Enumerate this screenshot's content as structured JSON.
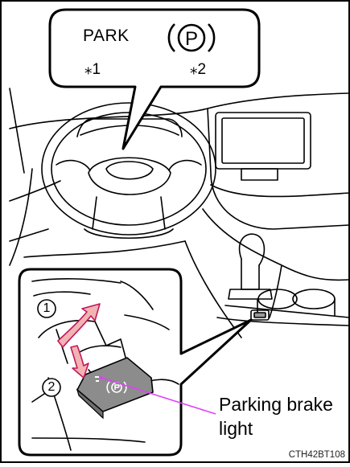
{
  "labels": {
    "park": "PARK",
    "note_1": "⁎1",
    "note_2": "⁎2",
    "step_1": "1",
    "step_2": "2",
    "callout": "Parking brake light",
    "figure_code": "CTH42BT108"
  },
  "icons": {
    "brake_indicator": "parking-brake-indicator-icon",
    "switch_symbol": "parking-switch-icon"
  },
  "colors": {
    "arrow_fill": "#f2b3b3",
    "arrow_stroke": "#c2185b",
    "leader_line": "#e040fb",
    "switch_fill": "#8c8c8c"
  }
}
